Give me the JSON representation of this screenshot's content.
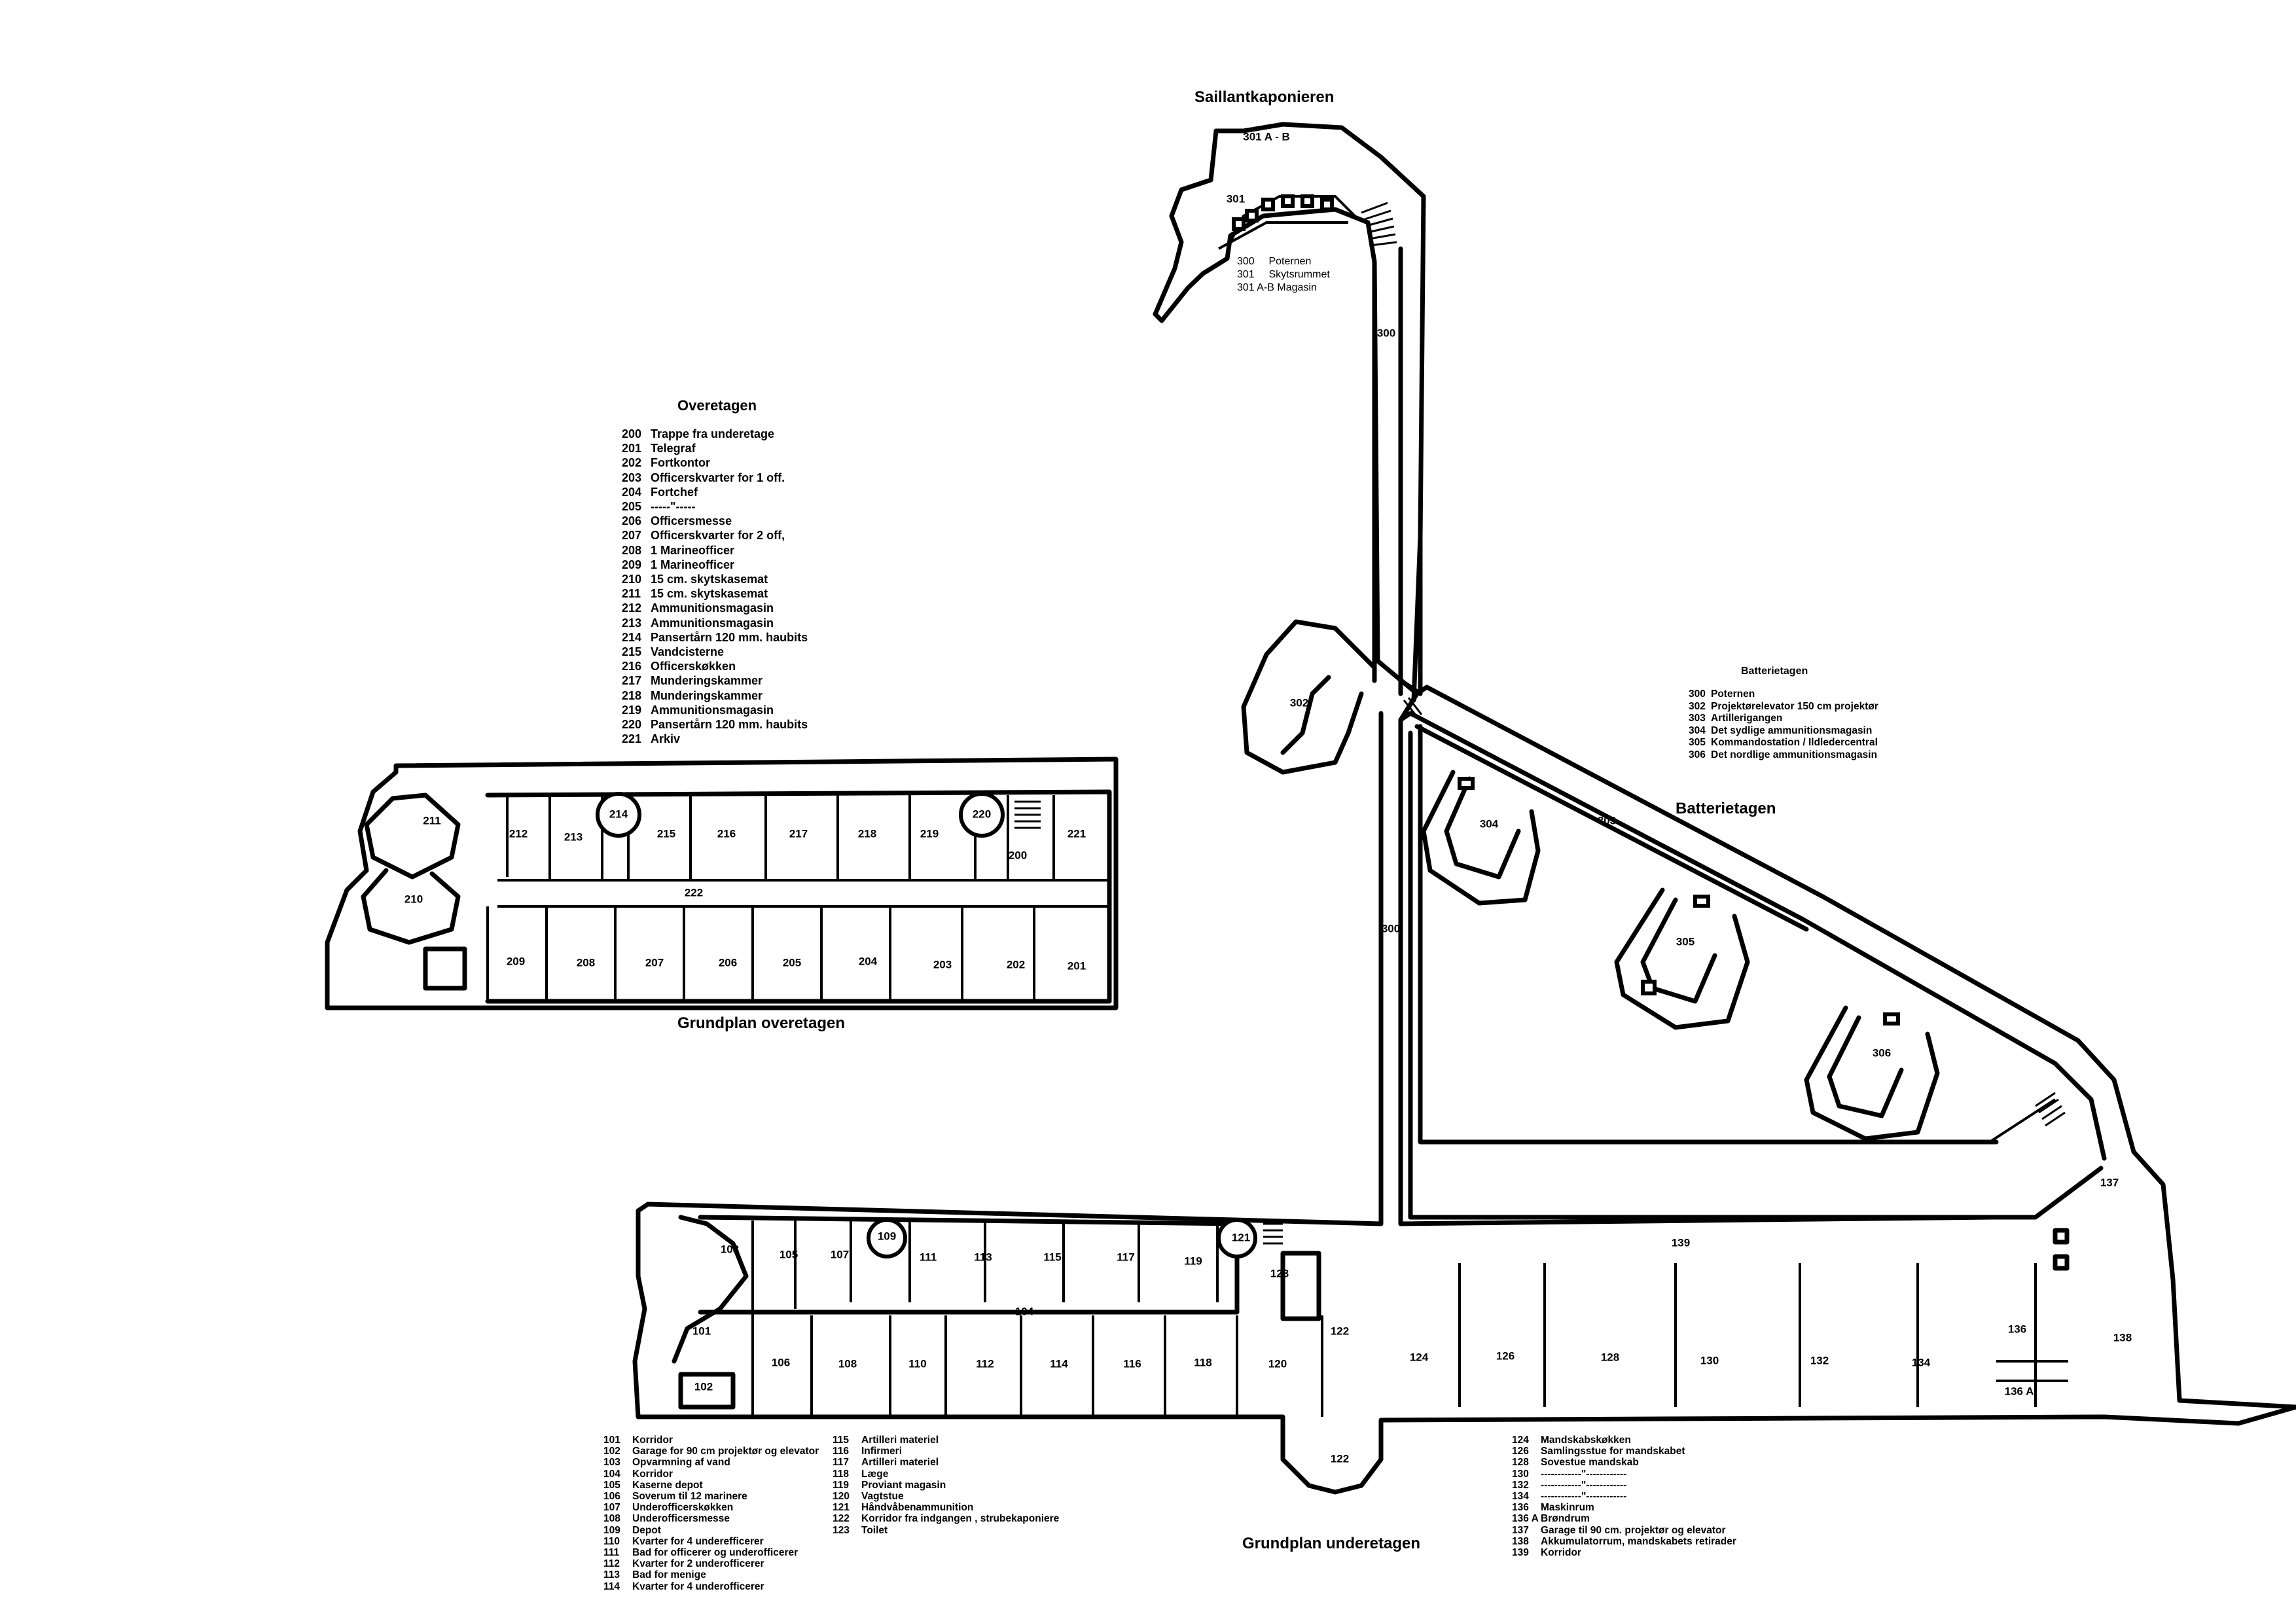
{
  "titles": {
    "saillant": "Saillantkaponieren",
    "overetagen": "Overetagen",
    "grundplan_over": "Grundplan overetagen",
    "batterietagen_legend": "Batterietagen",
    "batterietagen": "Batterietagen",
    "grundplan_under": "Grundplan underetagen"
  },
  "legend_saillant": [
    {
      "n": "300",
      "t": "Poternen"
    },
    {
      "n": "301",
      "t": "Skytsrummet"
    },
    {
      "n": "301 A-B",
      "t": "Magasin"
    }
  ],
  "legend_over": [
    {
      "n": "200",
      "t": "Trappe fra underetage"
    },
    {
      "n": "201",
      "t": "Telegraf"
    },
    {
      "n": "202",
      "t": "Fortkontor"
    },
    {
      "n": "203",
      "t": "Officerskvarter for 1 off."
    },
    {
      "n": "204",
      "t": "Fortchef"
    },
    {
      "n": "205",
      "t": "-----\"-----"
    },
    {
      "n": "206",
      "t": "Officersmesse"
    },
    {
      "n": "207",
      "t": "Officerskvarter for 2 off,"
    },
    {
      "n": "208",
      "t": "1 Marineofficer"
    },
    {
      "n": "209",
      "t": "1 Marineofficer"
    },
    {
      "n": "210",
      "t": "15 cm. skytskasemat"
    },
    {
      "n": "211",
      "t": "15 cm. skytskasemat"
    },
    {
      "n": "212",
      "t": "Ammunitionsmagasin"
    },
    {
      "n": "213",
      "t": "Ammunitionsmagasin"
    },
    {
      "n": "214",
      "t": "Pansertårn 120 mm. haubits"
    },
    {
      "n": "215",
      "t": "Vandcisterne"
    },
    {
      "n": "216",
      "t": "Officerskøkken"
    },
    {
      "n": "217",
      "t": "Munderingskammer"
    },
    {
      "n": "218",
      "t": "Munderingskammer"
    },
    {
      "n": "219",
      "t": "Ammunitionsmagasin"
    },
    {
      "n": "220",
      "t": "Pansertårn 120 mm. haubits"
    },
    {
      "n": "221",
      "t": "Arkiv"
    }
  ],
  "legend_batteri": [
    {
      "n": "300",
      "t": "Poternen"
    },
    {
      "n": "302",
      "t": "Projektørelevator 150 cm projektør"
    },
    {
      "n": "303",
      "t": "Artillerigangen"
    },
    {
      "n": "304",
      "t": "Det sydlige ammunitionsmagasin"
    },
    {
      "n": "305",
      "t": "Kommandostation / Ildledercentral"
    },
    {
      "n": "306",
      "t": "Det nordlige ammunitionsmagasin"
    }
  ],
  "legend_under_a": [
    {
      "n": "101",
      "t": "Korridor"
    },
    {
      "n": "102",
      "t": "Garage for 90 cm projektør og elevator"
    },
    {
      "n": "103",
      "t": "Opvarmning af vand"
    },
    {
      "n": "104",
      "t": "Korridor"
    },
    {
      "n": "105",
      "t": "Kaserne depot"
    },
    {
      "n": "106",
      "t": "Soverum til 12 marinere"
    },
    {
      "n": "107",
      "t": "Underofficerskøkken"
    },
    {
      "n": "108",
      "t": "Underofficersmesse"
    },
    {
      "n": "109",
      "t": "Depot"
    },
    {
      "n": "110",
      "t": "Kvarter for 4 underefficerer"
    },
    {
      "n": "111",
      "t": "Bad for officerer og underofficerer"
    },
    {
      "n": "112",
      "t": "Kvarter for 2 underofficerer"
    },
    {
      "n": "113",
      "t": "Bad for menige"
    },
    {
      "n": "114",
      "t": "Kvarter for 4 underofficerer"
    }
  ],
  "legend_under_b": [
    {
      "n": "115",
      "t": "Artilleri materiel"
    },
    {
      "n": "116",
      "t": "Infirmeri"
    },
    {
      "n": "117",
      "t": "Artilleri materiel"
    },
    {
      "n": "118",
      "t": "Læge"
    },
    {
      "n": "119",
      "t": "Proviant magasin"
    },
    {
      "n": "120",
      "t": "Vagtstue"
    },
    {
      "n": "121",
      "t": "Håndvåbenammunition"
    },
    {
      "n": "122",
      "t": "Korridor fra indgangen , strubekaponiere"
    },
    {
      "n": "123",
      "t": "Toilet"
    }
  ],
  "legend_under_c": [
    {
      "n": "124",
      "t": "Mandskabskøkken"
    },
    {
      "n": "126",
      "t": "Samlingsstue for mandskabet"
    },
    {
      "n": "128",
      "t": "Sovestue mandskab"
    },
    {
      "n": "130",
      "t": "------------\"------------"
    },
    {
      "n": "132",
      "t": "------------\"------------"
    },
    {
      "n": "134",
      "t": "------------\"------------"
    },
    {
      "n": "136",
      "t": "Maskinrum"
    },
    {
      "n": "136 A",
      "t": "Brøndrum"
    },
    {
      "n": "137",
      "t": "Garage til 90 cm. projektør og elevator"
    },
    {
      "n": "138",
      "t": "Akkumulatorrum, mandskabets retirader"
    },
    {
      "n": "139",
      "t": "Korridor"
    }
  ],
  "plan_labels": {
    "r301ab": "301 A - B",
    "r301": "301",
    "r300a": "300",
    "r300b": "300",
    "r302": "302",
    "r303": "303",
    "r304": "304",
    "r305": "305",
    "r306": "306",
    "r211": "211",
    "r210": "210",
    "r212": "212",
    "r213": "213",
    "r214": "214",
    "r215": "215",
    "r216": "216",
    "r217": "217",
    "r218": "218",
    "r219": "219",
    "r220": "220",
    "r200": "200",
    "r221": "221",
    "r222": "222",
    "r209": "209",
    "r208": "208",
    "r207": "207",
    "r206": "206",
    "r205": "205",
    "r204": "204",
    "r203": "203",
    "r202": "202",
    "r201": "201",
    "r103": "103",
    "r105": "105",
    "r107": "107",
    "r109": "109",
    "r111": "111",
    "r113": "113",
    "r115": "115",
    "r117": "117",
    "r119": "119",
    "r121": "121",
    "r123": "123",
    "r101": "101",
    "r102": "102",
    "r104": "104",
    "r106": "106",
    "r108": "108",
    "r110": "110",
    "r112": "112",
    "r114": "114",
    "r116": "116",
    "r118": "118",
    "r120": "120",
    "r122a": "122",
    "r122b": "122",
    "r124": "124",
    "r126": "126",
    "r128": "128",
    "r130": "130",
    "r132": "132",
    "r134": "134",
    "r136": "136",
    "r136a": "136 A",
    "r137": "137",
    "r138": "138",
    "r139": "139"
  }
}
